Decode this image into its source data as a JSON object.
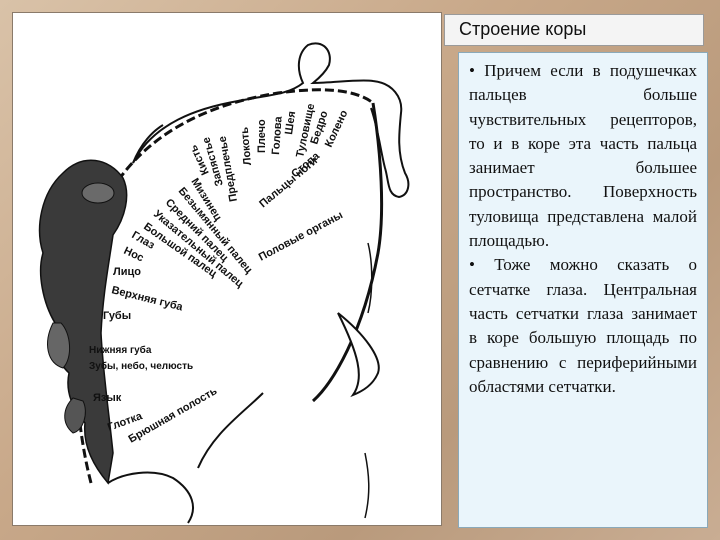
{
  "slide": {
    "title": "Строение коры",
    "paragraphs": [
      "• Причем если в подушечках пальцев больше чувствительных рецепторов, то и в коре эта часть пальца занимает большее пространство. Поверхность туловища представлена малой площадью.",
      "• Тоже можно сказать о сетчатке глаза. Центральная часть сетчатки глаза занимает в коре большую площадь по сравнению с периферийными областями сетчатки."
    ]
  },
  "diagram": {
    "labels": {
      "fingers_toes": "Пальцы ноги",
      "foot": "Стопа",
      "genitals": "Половые органы",
      "knee": "Колено",
      "hip": "Бедро",
      "trunk": "Туловище",
      "neck": "Шея",
      "head": "Голова",
      "shoulder": "Плечо",
      "elbow": "Локоть",
      "forearm": "Предплечье",
      "wrist": "Запястье",
      "hand": "Кисть",
      "little_finger": "Мизинец",
      "ring_finger": "Безымянный палец",
      "middle_finger": "Средний палец",
      "index_finger": "Указательный палец",
      "thumb": "Большой палец",
      "eye": "Глаз",
      "nose": "Нос",
      "face": "Лицо",
      "upper_lip": "Верхняя губа",
      "lips": "Губы",
      "lower_lip": "Нижняя губа",
      "teeth": "Зубы, небо, челюсть",
      "tongue": "Язык",
      "pharynx": "Глотка",
      "abdominal": "Брюшная полость"
    }
  }
}
